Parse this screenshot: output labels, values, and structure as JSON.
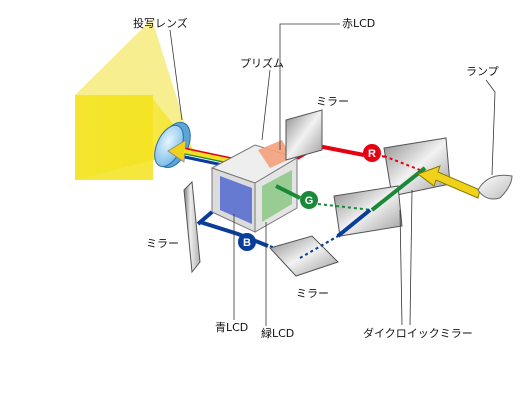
{
  "labels": {
    "projection_lens": "投写レンズ",
    "prism": "プリズム",
    "red_lcd": "赤LCD",
    "lamp": "ランプ",
    "mirror_top": "ミラー",
    "mirror_left": "ミラー",
    "mirror_bottom": "ミラー",
    "blue_lcd": "青LCD",
    "green_lcd": "緑LCD",
    "dichroic_mirror": "ダイクロイックミラー"
  },
  "badges": {
    "red": "R",
    "green": "G",
    "blue": "B"
  },
  "colors": {
    "red": "#e60012",
    "green": "#1a8a3a",
    "blue": "#0a3d9a",
    "yellow": "#f5e020",
    "lamp_arrow": "#f0d21a",
    "red_label": "#e60012",
    "green_label": "#1a8a3a",
    "blue_label": "#0a3d9a"
  }
}
